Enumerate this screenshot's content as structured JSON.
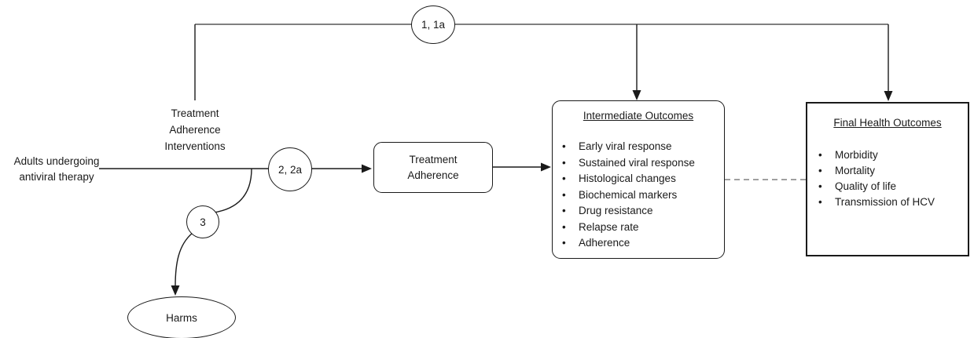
{
  "diagram": {
    "population": {
      "line1": "Adults undergoing",
      "line2": "antiviral therapy"
    },
    "intervention_label": {
      "line1": "Treatment",
      "line2": "Adherence",
      "line3": "Interventions"
    },
    "kq_circles": {
      "kq1": "1, 1a",
      "kq2": "2, 2a",
      "kq3": "3"
    },
    "treatment_adherence_box": {
      "line1": "Treatment",
      "line2": "Adherence"
    },
    "intermediate_box": {
      "title": "Intermediate Outcomes",
      "items": [
        "Early viral response",
        "Sustained viral response",
        "Histological changes",
        "Biochemical markers",
        "Drug resistance",
        "Relapse rate",
        "Adherence"
      ]
    },
    "final_box": {
      "title": "Final Health Outcomes",
      "items": [
        "Morbidity",
        "Mortality",
        "Quality of life",
        "Transmission of HCV"
      ]
    },
    "harms_label": "Harms",
    "colors": {
      "line": "#1a1a1a",
      "top_line": "#808080",
      "dashed_line": "#808080",
      "background": "#ffffff"
    }
  }
}
